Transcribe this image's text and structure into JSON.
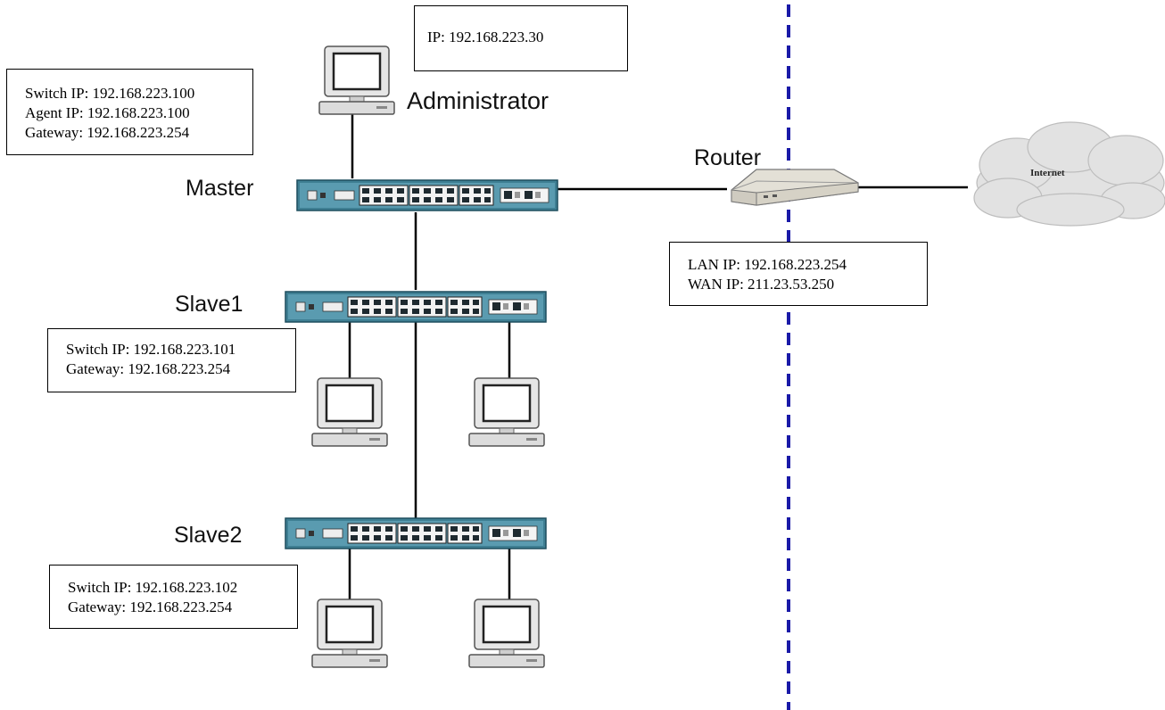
{
  "nodes": {
    "administrator": {
      "label": "Administrator",
      "ip": "IP: 192.168.223.30"
    },
    "master": {
      "label": "Master",
      "switch_ip": "Switch IP: 192.168.223.100",
      "agent_ip": "Agent IP: 192.168.223.100",
      "gateway": "Gateway: 192.168.223.254"
    },
    "slave1": {
      "label": "Slave1",
      "switch_ip": "Switch IP: 192.168.223.101",
      "gateway": "Gateway: 192.168.223.254"
    },
    "slave2": {
      "label": "Slave2",
      "switch_ip": "Switch IP: 192.168.223.102",
      "gateway": "Gateway: 192.168.223.254"
    },
    "router": {
      "label": "Router",
      "lan_ip": "LAN IP: 192.168.223.254",
      "wan_ip": "WAN IP: 211.23.53.250"
    },
    "internet": {
      "label": "Internet"
    }
  },
  "colors": {
    "switch_body": "#3f7f93",
    "switch_face": "#5a9bb0",
    "boundary_line": "#1a1aa8",
    "link": "#000000"
  },
  "icons": [
    "computer-icon",
    "switch-icon",
    "router-icon",
    "cloud-icon"
  ]
}
